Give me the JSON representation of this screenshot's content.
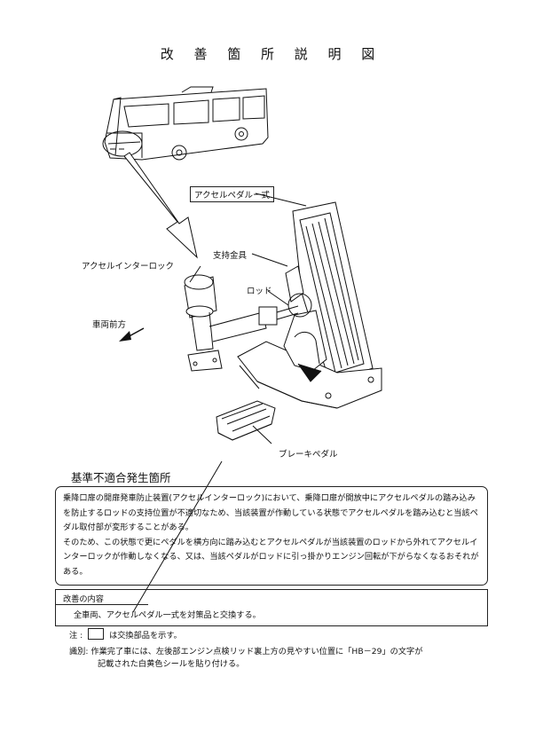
{
  "title": "改 善 箇 所 説 明 図",
  "labels": {
    "accel_pedal_assembly": "アクセルペダルー式",
    "support_bracket": "支持金具",
    "accel_interlock": "アクセルインターロック",
    "rod": "ロッド",
    "vehicle_front": "車両前方",
    "brake_pedal": "ブレーキペダル"
  },
  "section_title": "基準不適合発生箇所",
  "description": [
    "乗降口扉の開扉発車防止装置(アクセルインターロック)において、乗降口扉が開放中にアクセルペダルの踏み込みを防止するロッドの支持位置が不適切なため、当該装置が作動している状態でアクセルペダルを踏み込むと当該ペダル取付部が変形することがある。",
    "そのため、この状態で更にペダルを横方向に踏み込むとアクセルペダルが当該装置のロッドから外れてアクセルインターロックが作動しなくなる、又は、当該ペダルがロッドに引っ掛かりエンジン回転が下がらなくなるおそれがある。"
  ],
  "improvement": {
    "heading": "改善の内容",
    "body": "全車両、アクセルペダル一式を対策品と交換する。"
  },
  "notes": {
    "note_label": "注 :",
    "note_text": "は交換部品を示す。",
    "id_label": "識別:",
    "id_line1": "作業完了車には、左後部エンジン点検リッド裏上方の見やすい位置に「HB－29」の文字が",
    "id_line2": "記載された白黄色シールを貼り付ける。"
  }
}
